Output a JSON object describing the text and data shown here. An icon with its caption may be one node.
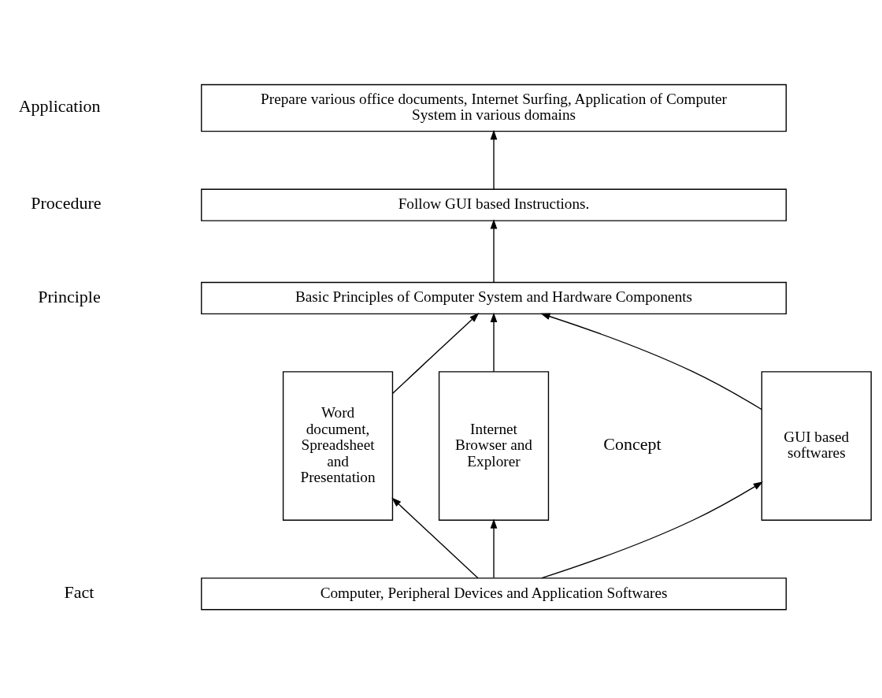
{
  "diagram": {
    "nodes": [
      {
        "text": [
          "Prepare various office documents, Internet Surfing, Application of Computer System in various domains"
        ]
      },
      {
        "text": [
          "Follow GUI based Instructions."
        ]
      },
      {
        "text": [
          "Basic Principles of Computer System and Hardware Components"
        ]
      },
      {
        "text": [
          "GUI based softwares"
        ]
      },
      {
        "text": [
          "Word document, Spreadsheet and Presentation"
        ]
      },
      {
        "text": [
          "Internet Browser and Explorer"
        ]
      },
      {
        "text": [
          "Computer, Peripheral Devices and Application Softwares"
        ]
      }
    ],
    "edges": [
      {
        "from": 6,
        "to": 3,
        "arrow": "to"
      },
      {
        "from": 6,
        "to": 4,
        "arrow": "to"
      },
      {
        "from": 6,
        "to": 5,
        "arrow": "to"
      },
      {
        "from": 3,
        "to": 2,
        "arrow": "to"
      },
      {
        "from": 4,
        "to": 2,
        "arrow": "to"
      },
      {
        "from": 5,
        "to": 2,
        "arrow": "to"
      },
      {
        "from": 2,
        "to": 1,
        "arrow": "to"
      },
      {
        "from": 1,
        "to": 0,
        "arrow": "to"
      }
    ],
    "labels": [
      "Application",
      "Procedure",
      "Principle",
      "Concept",
      "Fact"
    ]
  }
}
